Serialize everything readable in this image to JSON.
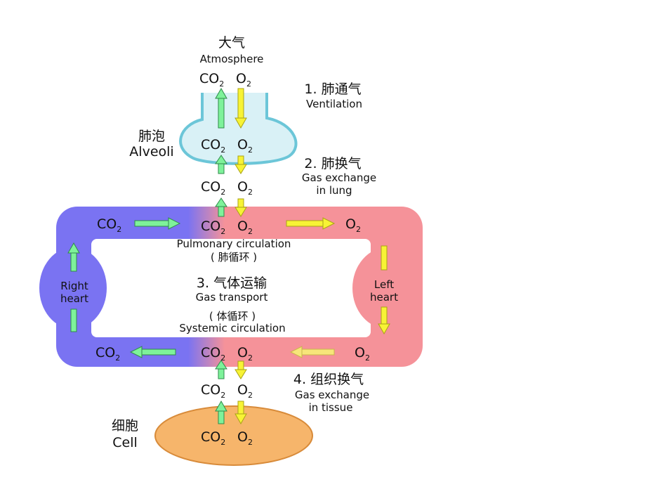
{
  "colors": {
    "blue_vessel": "#7a73f2",
    "red_vessel": "#f59299",
    "alveoli_fill": "#d9f1f6",
    "alveoli_stroke": "#6cc6d8",
    "cell_fill": "#f6b56b",
    "cell_stroke": "#d88b3a",
    "green_arrow": "#7ef29a",
    "yellow_arrow": "#f7f335"
  },
  "atmosphere": {
    "zh": "大气",
    "en": "Atmosphere"
  },
  "alveoli": {
    "zh": "肺泡",
    "en": "Alveoli"
  },
  "cell": {
    "zh": "细胞",
    "en": "Cell"
  },
  "steps": {
    "ventilation": {
      "zh": "1. 肺通气",
      "en": "Ventilation"
    },
    "lung_exchange": {
      "zh": "2. 肺换气",
      "en1": "Gas exchange",
      "en2": "in lung"
    },
    "transport": {
      "zh": "3. 气体运输",
      "en": "Gas transport"
    },
    "tissue_exchange": {
      "zh": "4. 组织换气",
      "en1": "Gas exchange",
      "en2": "in tissue"
    }
  },
  "circulation": {
    "pulmonary_en": "Pulmonary circulation",
    "pulmonary_zh": "( 肺循环 )",
    "systemic_zh": "( 体循环 )",
    "systemic_en": "Systemic circulation"
  },
  "hearts": {
    "right_1": "Right",
    "right_2": "heart",
    "left_1": "Left",
    "left_2": "heart"
  },
  "gases": {
    "co2": "CO",
    "o2": "O",
    "sub": "2"
  }
}
